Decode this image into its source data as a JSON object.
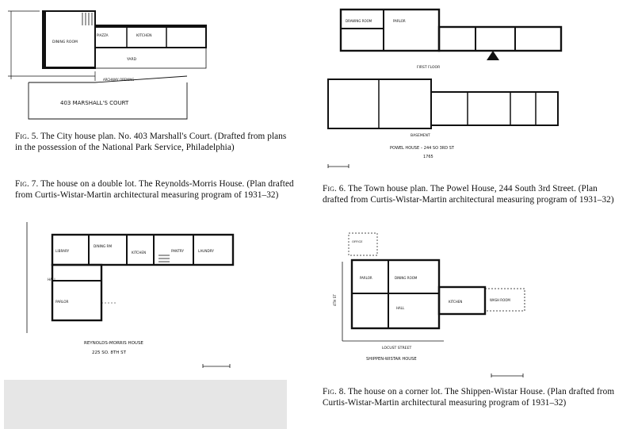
{
  "figures": {
    "fig5": {
      "caption_no": "Fig. 5.",
      "caption_text": "The City house plan. No. 403 Marshall's Court. (Drafted from plans in the possession of the National Park Service, Philadelphia)",
      "labels": {
        "dining_room": "DINING ROOM",
        "kitchen": "KITCHEN",
        "yard": "YARD",
        "piazza": "PIAZZA",
        "address": "403 MARSHALL'S COURT",
        "opening": "ARCHWAY OPENING"
      }
    },
    "fig6": {
      "caption_no": "Fig. 6.",
      "caption_text": "The Town house plan. The Powel House, 244 South 3rd Street. (Plan drafted from Curtis-Wistar-Martin architectural measuring program of 1931–32)",
      "labels": {
        "first_floor": "FIRST FLOOR",
        "basement": "BASEMENT",
        "title": "POWEL HOUSE – 244 SO 3RD ST",
        "year": "1765"
      }
    },
    "fig7": {
      "caption_no": "Fig. 7.",
      "caption_text": "The house on a double lot. The Reynolds-Morris House. (Plan drafted from Curtis-Wistar-Martin architectural measuring program of 1931–32)",
      "labels": {
        "library": "LIBRARY",
        "dining_rm": "DINING RM",
        "kitchen": "KITCHEN",
        "pantry": "PANTRY",
        "laundry": "LAUNDRY",
        "hall": "HALL",
        "parlor": "PARLOR",
        "title": "REYNOLDS-MORRIS HOUSE",
        "address": "225 SO. 8TH ST"
      }
    },
    "fig8": {
      "caption_no": "Fig. 8.",
      "caption_text": "The house on a corner lot. The Shippen-Wistar House. (Plan drafted from Curtis-Wistar-Martin architectural measuring program of 1931–32)",
      "labels": {
        "office": "OFFICE",
        "parlor": "PARLOR",
        "dining_room": "DINING ROOM",
        "hall": "HALL",
        "kitchen": "KITCHEN",
        "wash_room": "WASH ROOM",
        "street_left": "4TH ST",
        "street_bottom": "LOCUST STREET",
        "title": "SHIPPEN-WISTAR HOUSE"
      }
    }
  }
}
